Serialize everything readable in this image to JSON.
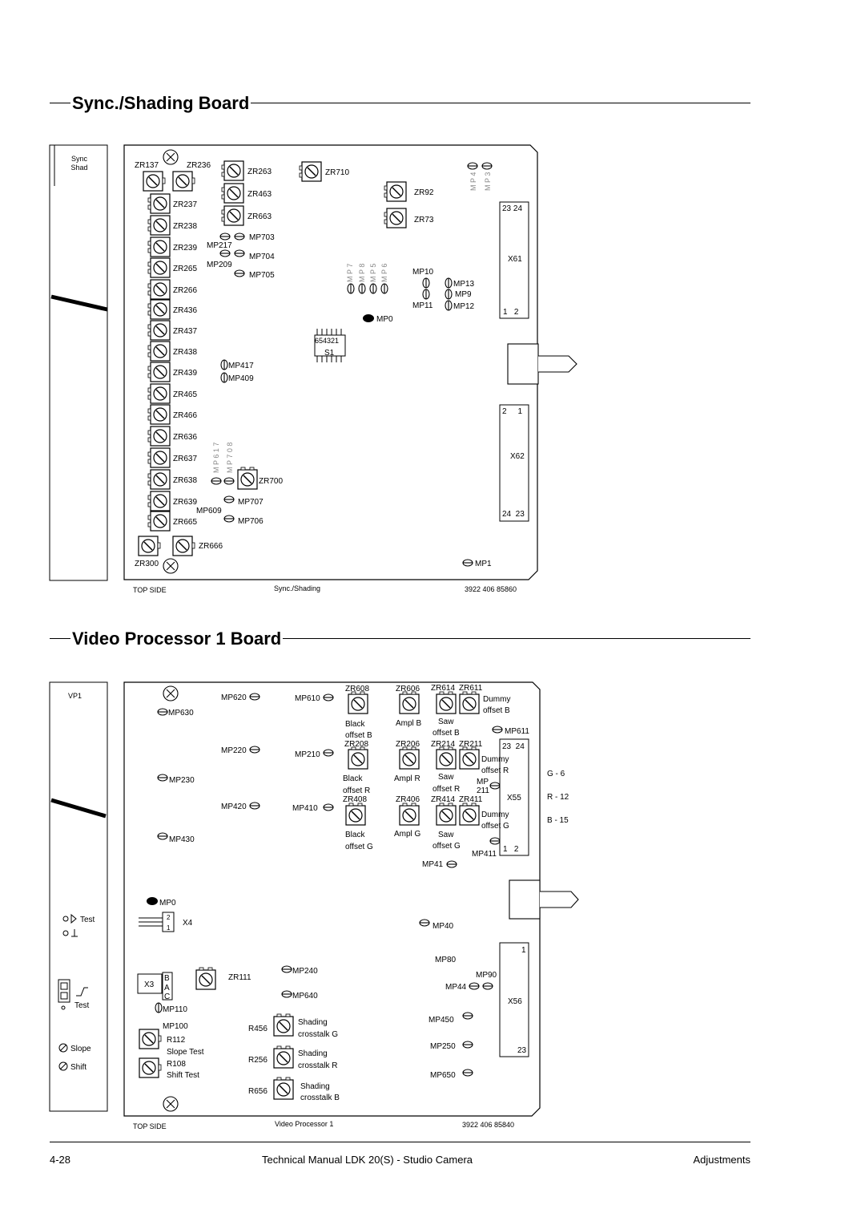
{
  "section1": {
    "title": "Sync./Shading Board",
    "side_panel": [
      "Sync",
      "Shad"
    ],
    "footer": {
      "left": "TOP SIDE",
      "center": "Sync./Shading",
      "right": "3922 406 85860"
    },
    "left_potentiometers": [
      "ZR237",
      "ZR238",
      "ZR239",
      "ZR265",
      "ZR266",
      "ZR436",
      "ZR437",
      "ZR438",
      "ZR439",
      "ZR465",
      "ZR466",
      "ZR636",
      "ZR637",
      "ZR638",
      "ZR639",
      "ZR665"
    ],
    "labels": {
      "zr137": "ZR137",
      "zr236": "ZR236",
      "zr263": "ZR263",
      "zr463": "ZR463",
      "zr663": "ZR663",
      "zr710": "ZR710",
      "zr92": "ZR92",
      "zr73": "ZR73",
      "zr700": "ZR700",
      "zr300": "ZR300",
      "zr666": "ZR666",
      "mp703": "MP703",
      "mp704": "MP704",
      "mp705": "MP705",
      "mp217": "MP217",
      "mp209": "MP209",
      "mp417": "MP417",
      "mp409": "MP409",
      "mp707": "MP707",
      "mp706": "MP706",
      "mp609": "MP609",
      "mp617v": "M P 6 1 7",
      "mp708v": "M P 7 0 8",
      "mp7v": "M P 7",
      "mp8v": "M P 8",
      "mp5v": "M P 5",
      "mp6v": "M P 6",
      "mp4v": "M P 4",
      "mp3v": "M P 3",
      "mp10": "MP10",
      "mp13": "MP13",
      "mp9": "MP9",
      "mp11": "MP11",
      "mp12": "MP12",
      "mp0": "MP0",
      "mp1": "MP1",
      "s1_digits": "654321",
      "s1": "S1",
      "x61": "X61",
      "x61_top": "23 24",
      "x61_bot": "1   2",
      "x62": "X62",
      "x62_top": "2     1",
      "x62_bot": "24  23"
    }
  },
  "section2": {
    "title": "Video Processor 1 Board",
    "side_panel": {
      "vp1": "VP1",
      "test1": "Test",
      "test2": "Test",
      "slope": "Slope",
      "shift": "Shift"
    },
    "footer": {
      "left": "TOP SIDE",
      "center": "Video Processor 1",
      "right": "3922 406 85840"
    },
    "labels": {
      "mp620": "MP620",
      "mp610": "MP610",
      "mp630": "MP630",
      "mp220": "MP220",
      "mp210": "MP210",
      "mp230": "MP230",
      "mp420": "MP420",
      "mp410": "MP410",
      "mp430": "MP430",
      "mp0": "MP0",
      "x4": "X4",
      "zr608": "ZR608",
      "zr606": "ZR606",
      "zr614": "ZR614",
      "zr611": "ZR611",
      "black_b1": "Black",
      "black_b2": "offset B",
      "ampl_b": "Ampl B",
      "saw_b1": "Saw",
      "saw_b2": "offset B",
      "dummy_b1": "Dummy",
      "dummy_b2": "offset B",
      "mp611": "MP611",
      "zr208": "ZR208",
      "zr206": "ZR206",
      "zr214": "ZR214",
      "zr211": "ZR211",
      "black_r1": "Black",
      "black_r2": "offset R",
      "ampl_r": "Ampl R",
      "saw_r1": "Saw",
      "saw_r2": "offset R",
      "dummy_r1": "Dummy",
      "dummy_r2": "offset R",
      "mp211a": "MP",
      "mp211b": "211",
      "zr408": "ZR408",
      "zr406": "ZR406",
      "zr414": "ZR414",
      "zr411": "ZR411",
      "black_g1": "Black",
      "black_g2": "offset G",
      "ampl_g": "Ampl G",
      "saw_g1": "Saw",
      "saw_g2": "offset G",
      "dummy_g1": "Dummy",
      "dummy_g2": "offset G",
      "mp411": "MP411",
      "x55": "X55",
      "x55_top": "23  24",
      "x55_bot": "1   2",
      "g6": "G - 6",
      "r12": "R - 12",
      "b15": "B - 15",
      "mp41": "MP41",
      "mp40": "MP40",
      "mp80": "MP80",
      "mp90": "MP90",
      "mp44": "MP44",
      "x56": "X56",
      "x56_top": "1",
      "x56_bot": "23",
      "x3": "X3",
      "b": "B",
      "a": "A",
      "c": "C",
      "zr111": "ZR111",
      "mp240": "MP240",
      "mp640": "MP640",
      "mp110": "MP110",
      "mp100": "MP100",
      "r112": "R112",
      "slope_test": "Slope Test",
      "r108": "R108",
      "shift_test": "Shift Test",
      "r456": "R456",
      "shading_g1": "Shading",
      "shading_g2": "crosstalk G",
      "r256": "R256",
      "shading_r1": "Shading",
      "shading_r2": "crosstalk R",
      "r656": "R656",
      "shading_b1": "Shading",
      "shading_b2": "crosstalk B",
      "mp450": "MP450",
      "mp250": "MP250",
      "mp650": "MP650"
    }
  },
  "footer": {
    "page": "4-28",
    "center": "Technical Manual LDK 20(S) - Studio Camera",
    "right": "Adjustments"
  }
}
